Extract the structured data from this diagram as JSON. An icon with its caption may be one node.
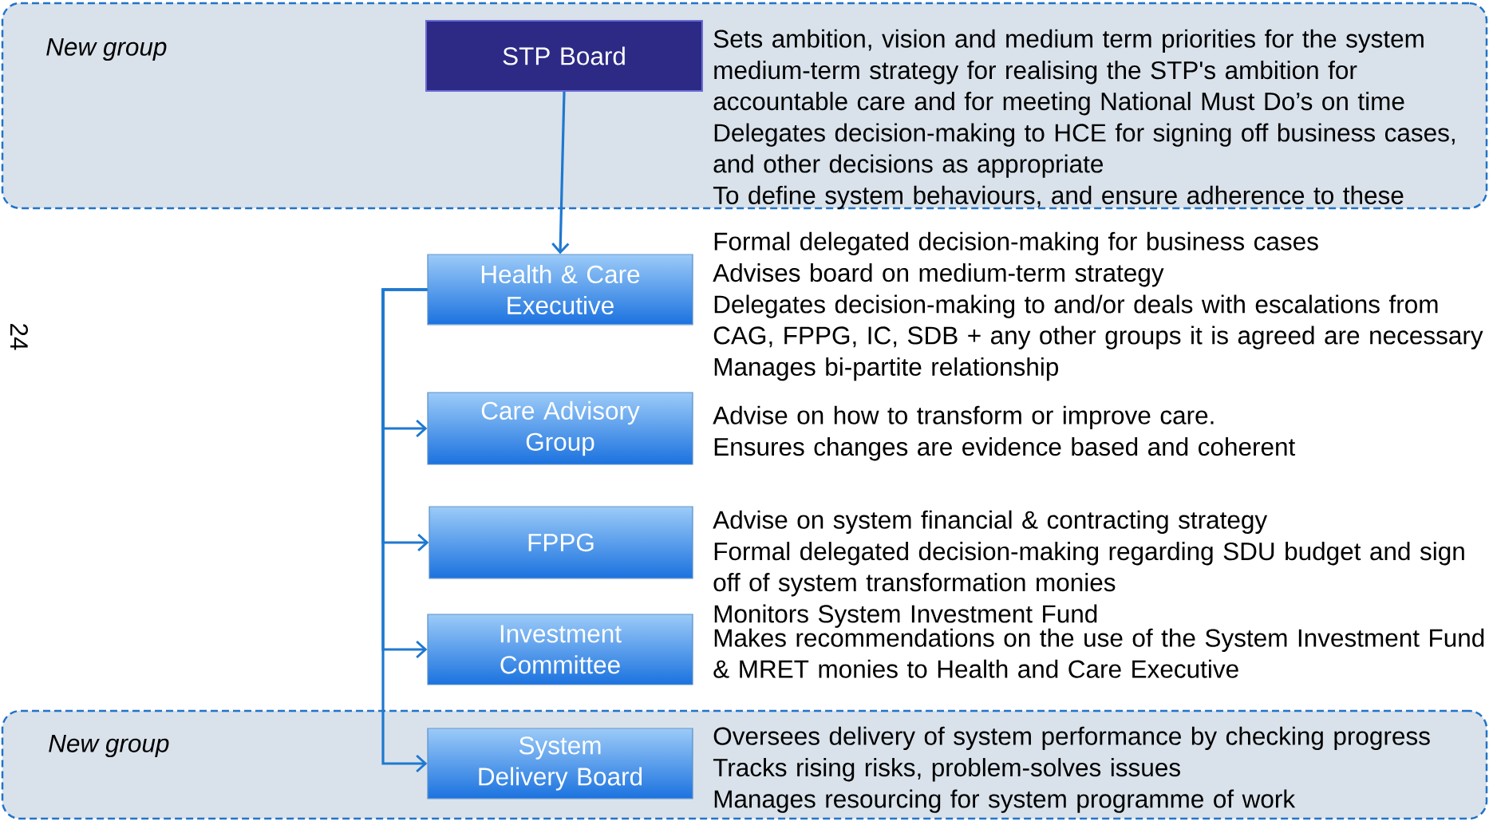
{
  "diagram": {
    "nodes": [
      {
        "text": [
          "New group"
        ]
      },
      {
        "text": [
          "STP Board"
        ],
        "in": 0,
        "beside": [
          "Sets ambition, vision and medium term priorities for the system",
          "medium-term strategy for realising the STP's ambition for accountable care and for meeting National Must Do’s on time",
          "Delegates decision-making to HCE for signing off business cases, and other decisions as appropriate",
          "To define system behaviours, and ensure adherence to these"
        ]
      },
      {
        "text": [
          "Health & Care Executive"
        ],
        "beside": [
          "Formal delegated decision-making for business cases",
          "Advises board on medium-term strategy",
          "Delegates decision-making to and/or deals with escalations from CAG, FPPG, IC, SDB + any other groups it is agreed are necessary",
          "Manages bi-partite relationship"
        ]
      },
      {
        "text": [
          "Care Advisory Group"
        ],
        "beside": [
          "Advise on how to transform or improve care.",
          "Ensures changes are evidence based and coherent"
        ]
      },
      {
        "text": [
          "FPPG"
        ],
        "beside": [
          "Advise on system financial & contracting strategy",
          "Formal delegated decision-making regarding SDU budget and sign off of system transformation monies",
          "Monitors System Investment Fund"
        ]
      },
      {
        "text": [
          "Investment Committee"
        ],
        "beside": [
          "Makes recommendations on the use of the System Investment Fund & MRET monies to Health and Care Executive"
        ]
      },
      {
        "text": [
          "New group"
        ]
      },
      {
        "text": [
          "System Delivery Board"
        ],
        "in": 6,
        "beside": [
          "Oversees delivery of system performance by checking progress",
          "Tracks rising risks, problem-solves issues",
          "Manages resourcing for system programme of work"
        ]
      }
    ],
    "edges": [
      {
        "from": 1,
        "to": 2,
        "arrow": "to"
      },
      {
        "from": 2,
        "to": 3,
        "arrow": "to"
      },
      {
        "from": 2,
        "to": 4,
        "arrow": "to"
      },
      {
        "from": 2,
        "to": 5,
        "arrow": "to"
      },
      {
        "from": 2,
        "to": 7,
        "arrow": "to"
      }
    ],
    "labels": [
      "24"
    ]
  }
}
